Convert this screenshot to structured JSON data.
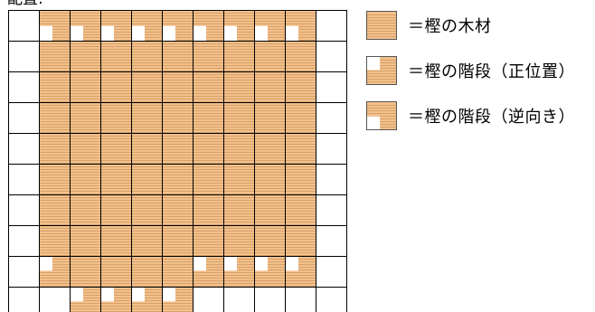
{
  "header": {
    "title_fragment": "配置:"
  },
  "legend": {
    "items": [
      {
        "kind": "wood",
        "label": "＝樫の木材"
      },
      {
        "kind": "stair_normal",
        "label": "＝樫の階段（正位置）"
      },
      {
        "kind": "stair_reverse",
        "label": "＝樫の階段（逆向き）"
      }
    ]
  },
  "colors": {
    "wood": "#f3c08b",
    "wood_stripe": "#d6a06a",
    "grid_line": "#000000",
    "empty": "#ffffff"
  },
  "grid": {
    "cols": 11,
    "key": {
      ".": "empty",
      "W": "wood",
      "N": "stair_normal",
      "R": "stair_reverse"
    },
    "rows": [
      ".RRRRRRRRR.",
      ".WWWWWWWWW.",
      ".WWWWWWWWW.",
      ".WWWWWWWWW.",
      ".WWWWWWWWW.",
      ".WWWWWWWWW.",
      ".WWWWWWWWW.",
      ".WWWWWWWWW.",
      ".NWWWWNNNN.",
      "..NNNN....."
    ]
  }
}
